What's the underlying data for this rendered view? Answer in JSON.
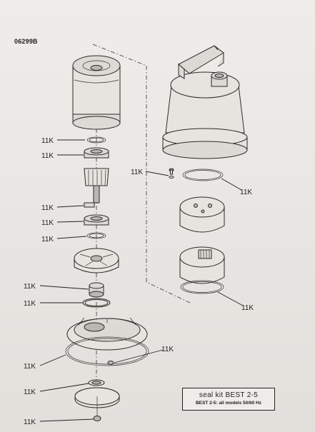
{
  "drawing_code": "06299B",
  "seal_label": "11K",
  "kit": {
    "title": "seal kit BEST 2-5",
    "subtitle": "BEST 2-5: all models 50/60 Hz"
  }
}
